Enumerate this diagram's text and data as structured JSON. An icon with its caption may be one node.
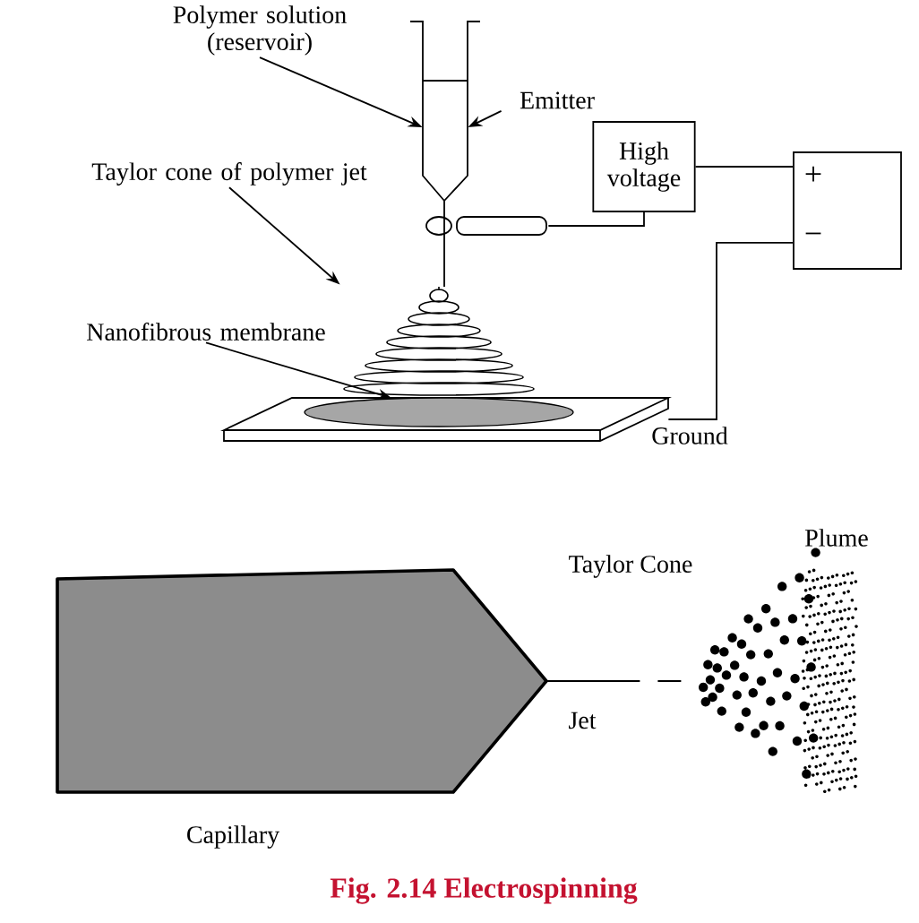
{
  "diagram": {
    "caption": "Fig. 2.14 Electrospinning",
    "nodes": [
      {
        "text": [
          "Polymer solution (reservoir)"
        ]
      },
      {
        "text": [],
        "shape": "picture"
      },
      {
        "text": [
          "Emitter"
        ]
      },
      {
        "text": [],
        "shape": "picture"
      },
      {
        "text": [
          "High voltage"
        ]
      },
      {
        "text": [],
        "shape": "box"
      },
      {
        "text": [
          "Taylor cone of polymer jet"
        ]
      },
      {
        "text": [],
        "shape": "picture"
      },
      {
        "text": [
          "Nanofibrous membrane"
        ]
      },
      {
        "text": [],
        "shape": "box",
        "beside": [
          "Ground"
        ]
      },
      {
        "text": [],
        "shape": "ellipse",
        "in": 9
      },
      {
        "text": [],
        "shape": "pentagon",
        "beside": [
          "Capillary"
        ]
      },
      {
        "text": [],
        "shape": "picture",
        "beside": [
          "Plume"
        ]
      }
    ],
    "edges": [
      {
        "from": 0,
        "to": 1,
        "arrow": "to"
      },
      {
        "from": 2,
        "to": 1,
        "arrow": "to"
      },
      {
        "from": 4,
        "to": 3,
        "arrow": "none"
      },
      {
        "from": 4,
        "to": 5,
        "arrow": "none"
      },
      {
        "from": 5,
        "to": 9,
        "arrow": "none"
      },
      {
        "from": 6,
        "to": 7,
        "arrow": "to"
      },
      {
        "from": 8,
        "to": 10,
        "arrow": "to"
      },
      {
        "from": 11,
        "to": 12,
        "arrow": "none",
        "label": "Jet",
        "style": "dashed"
      }
    ],
    "labels": [
      "+",
      "−",
      "Taylor Cone"
    ]
  }
}
